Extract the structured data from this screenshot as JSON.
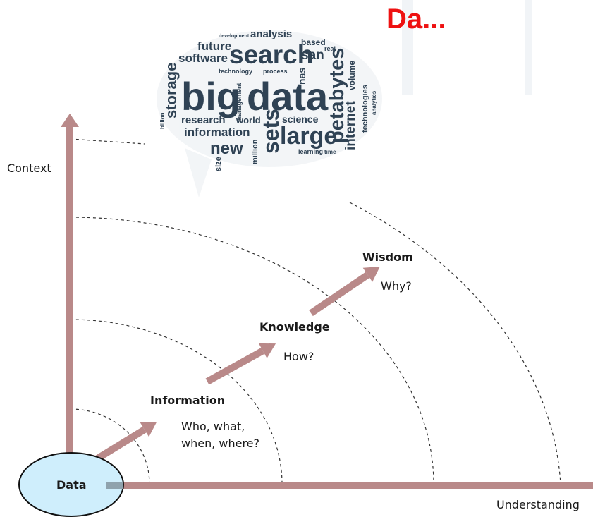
{
  "slide": {
    "title": "Da..."
  },
  "axes": {
    "y_label": "Context",
    "x_label": "Understanding",
    "color": "#b98989"
  },
  "stages": {
    "data": "Data",
    "information": "Information",
    "information_q1": "Who, what,",
    "information_q2": "when, where?",
    "knowledge": "Knowledge",
    "knowledge_q": "How?",
    "wisdom": "Wisdom",
    "wisdom_q": "Why?"
  },
  "data_node_color": "#cfeefc",
  "wordcloud": {
    "color": "#2f4254",
    "words": {
      "w_big": "big",
      "w_data": "data",
      "w_search": "search",
      "w_storage": "storage",
      "w_petabytes": "petabytes",
      "w_sets": "sets",
      "w_large": "large",
      "w_information": "information",
      "w_new": "new",
      "w_software": "software",
      "w_future": "future",
      "w_analysis": "analysis",
      "w_internet": "internet",
      "w_science": "science",
      "w_research": "research",
      "w_world": "world",
      "w_san": "san",
      "w_based": "based",
      "w_technologies": "technologies",
      "w_process": "process",
      "w_management": "management",
      "w_volume": "volume",
      "w_million": "million",
      "w_size": "size",
      "w_learning": "learning",
      "w_technology": "technology",
      "w_development": "development",
      "w_real": "real",
      "w_billion": "billion",
      "w_analytics": "analytics",
      "w_time": "time",
      "w_nas": "nas"
    }
  }
}
